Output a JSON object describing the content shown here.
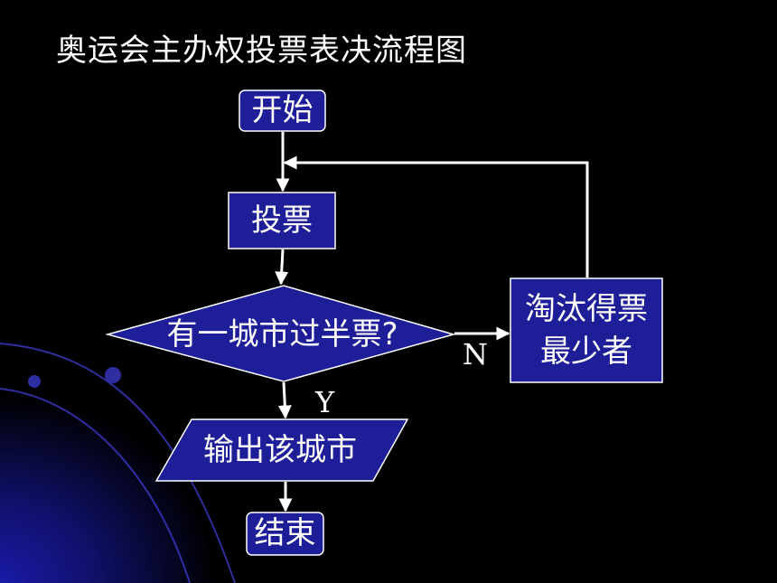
{
  "title": "奥运会主办权投票表决流程图",
  "nodes": {
    "start": "开始",
    "vote": "投票",
    "decision": "有一城市过半票?",
    "eliminate_line1": "淘汰得票",
    "eliminate_line2": "最少者",
    "output": "输出该城市",
    "end": "结束"
  },
  "edge_labels": {
    "yes": "Y",
    "no": "N"
  },
  "colors": {
    "node_fill": "#1e1e99",
    "node_border": "#ffffff",
    "edge": "#ffffff",
    "background": "#000000"
  }
}
